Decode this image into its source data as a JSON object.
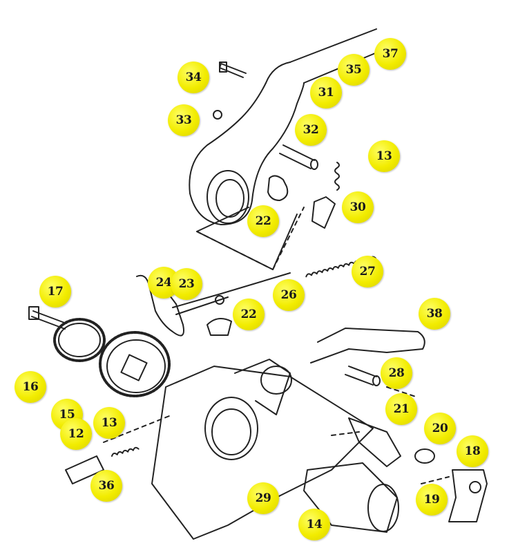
{
  "callouts": [
    {
      "label": "37"
    },
    {
      "label": "34"
    },
    {
      "label": "35"
    },
    {
      "label": "31"
    },
    {
      "label": "33"
    },
    {
      "label": "32"
    },
    {
      "label": "13"
    },
    {
      "label": "30"
    },
    {
      "label": "22"
    },
    {
      "label": "27"
    },
    {
      "label": "24"
    },
    {
      "label": "23"
    },
    {
      "label": "26"
    },
    {
      "label": "22"
    },
    {
      "label": "17"
    },
    {
      "label": "38"
    },
    {
      "label": "16"
    },
    {
      "label": "28"
    },
    {
      "label": "21"
    },
    {
      "label": "15"
    },
    {
      "label": "20"
    },
    {
      "label": "12"
    },
    {
      "label": "13"
    },
    {
      "label": "18"
    },
    {
      "label": "36"
    },
    {
      "label": "29"
    },
    {
      "label": "19"
    },
    {
      "label": "14"
    }
  ]
}
